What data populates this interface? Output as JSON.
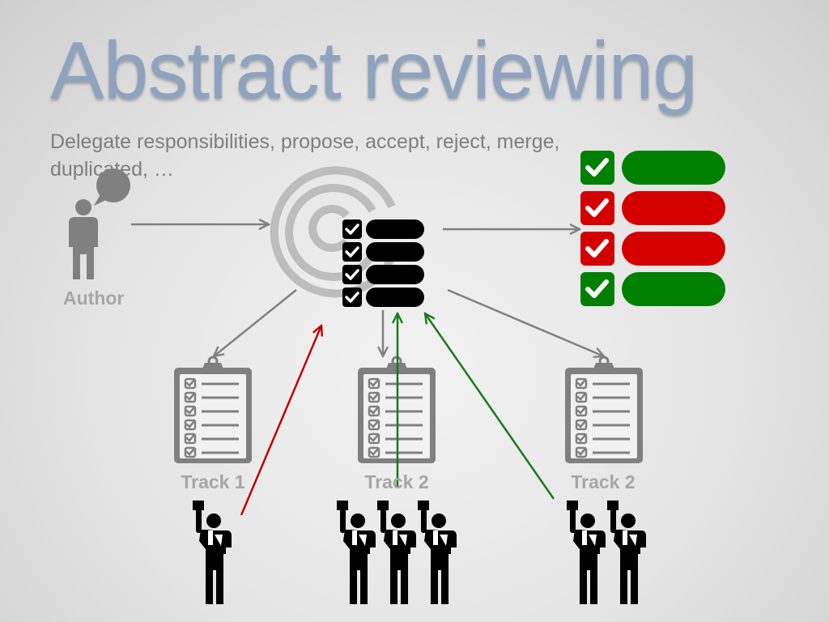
{
  "slide": {
    "title": "Abstract reviewing",
    "subtitle": "Delegate responsibilities, propose, accept, reject, merge, duplicated, …"
  },
  "diagram": {
    "author_label": "Author",
    "track_labels": [
      "Track 1",
      "Track 2",
      "Track 2"
    ],
    "decisions": [
      "accept",
      "reject",
      "reject",
      "accept"
    ],
    "colors": {
      "accept": "#008000",
      "reject": "#d40000",
      "arrow_gray": "#808080",
      "arrow_red": "#c00000",
      "arrow_green": "#1a7a1a",
      "icon_gray": "#808080",
      "icon_black": "#000000",
      "logo_gray": "#bdbdbd"
    },
    "icons": [
      "person-icon",
      "speech-bubble-icon",
      "logo-icon",
      "abstract-list-icon",
      "clipboard-icon",
      "reviewer-icon"
    ]
  }
}
